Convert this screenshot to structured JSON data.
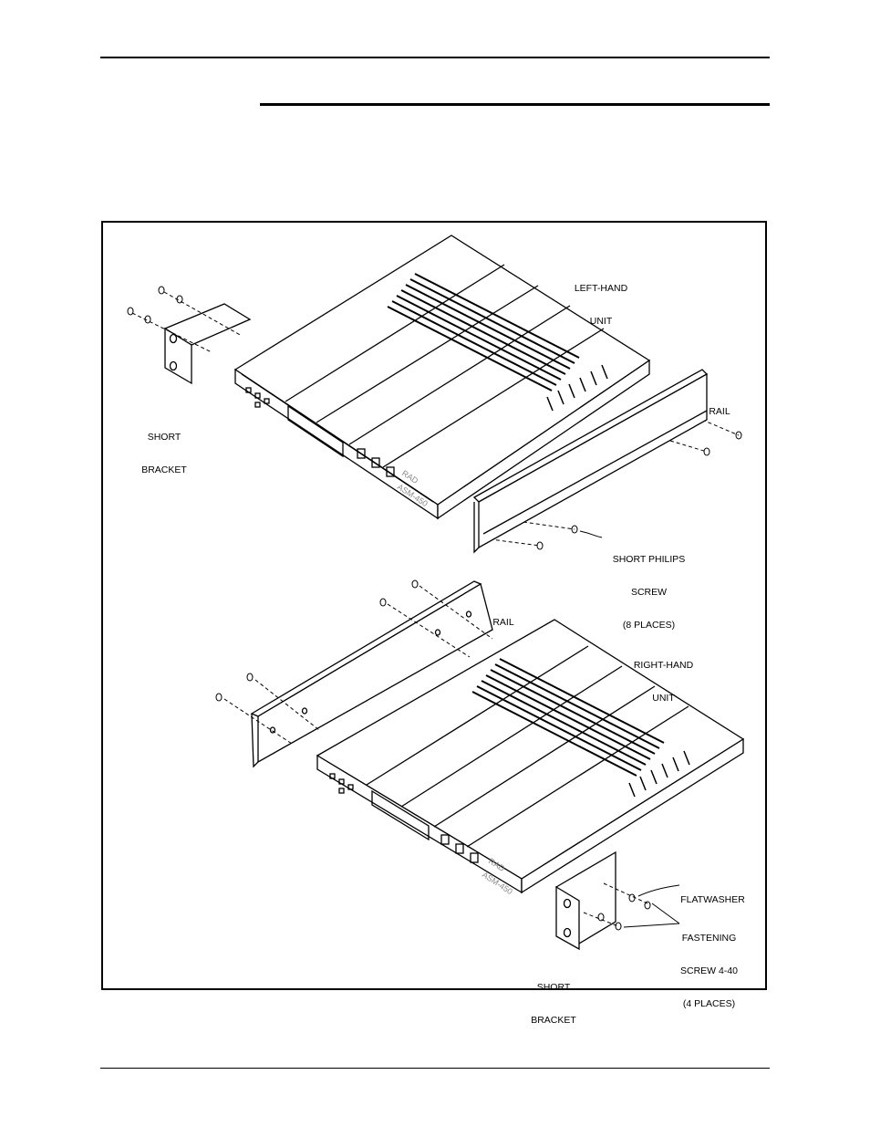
{
  "figure": {
    "labels": {
      "left_hand_unit_1": "LEFT-HAND",
      "left_hand_unit_2": "UNIT",
      "rail_top": "RAIL",
      "short_bracket_top_1": "SHORT",
      "short_bracket_top_2": "BRACKET",
      "philips_1": "SHORT PHILIPS",
      "philips_2": "SCREW",
      "philips_3": "(8 PLACES)",
      "rail_bottom": "RAIL",
      "right_hand_unit_1": "RIGHT-HAND",
      "right_hand_unit_2": "UNIT",
      "flatwasher": "FLATWASHER",
      "fastening_1": "FASTENING",
      "fastening_2": "SCREW 4-40",
      "fastening_3": "(4 PLACES)",
      "short_bracket_bottom_1": "SHORT",
      "short_bracket_bottom_2": "BRACKET"
    },
    "device_brand": "RAD",
    "device_model": "ASM-450"
  }
}
